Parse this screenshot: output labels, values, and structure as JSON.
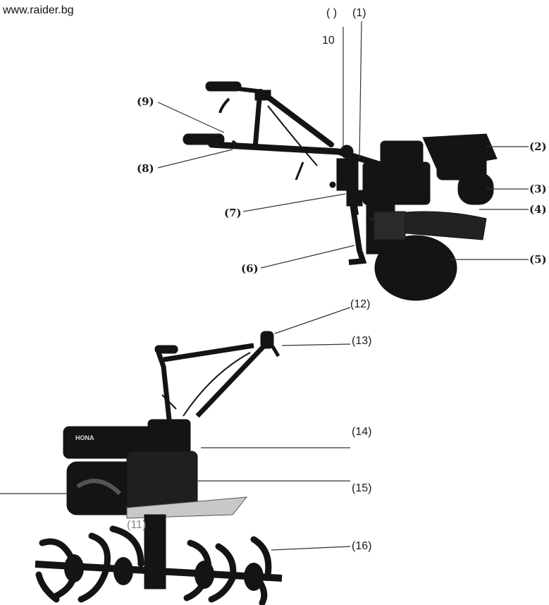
{
  "site_url": "www.raider.bg",
  "labels_top": {
    "l10_paren": "(   )",
    "l10_num": "10",
    "l1": "(1)",
    "l2": "(2)",
    "l3": "(3)",
    "l4": "(4)",
    "l5": "(5)",
    "l6": "(6)",
    "l7": "(7)",
    "l8": "(8)",
    "l9": "(9)"
  },
  "labels_bottom": {
    "l11": "(11)",
    "l12": "(12)",
    "l13": "(13)",
    "l14": "(14)",
    "l15": "(15)",
    "l16": "(16)"
  },
  "engine_badge": "HONA",
  "colors": {
    "machine": "#141414",
    "line": "#333333",
    "text": "#1a1a1a"
  }
}
